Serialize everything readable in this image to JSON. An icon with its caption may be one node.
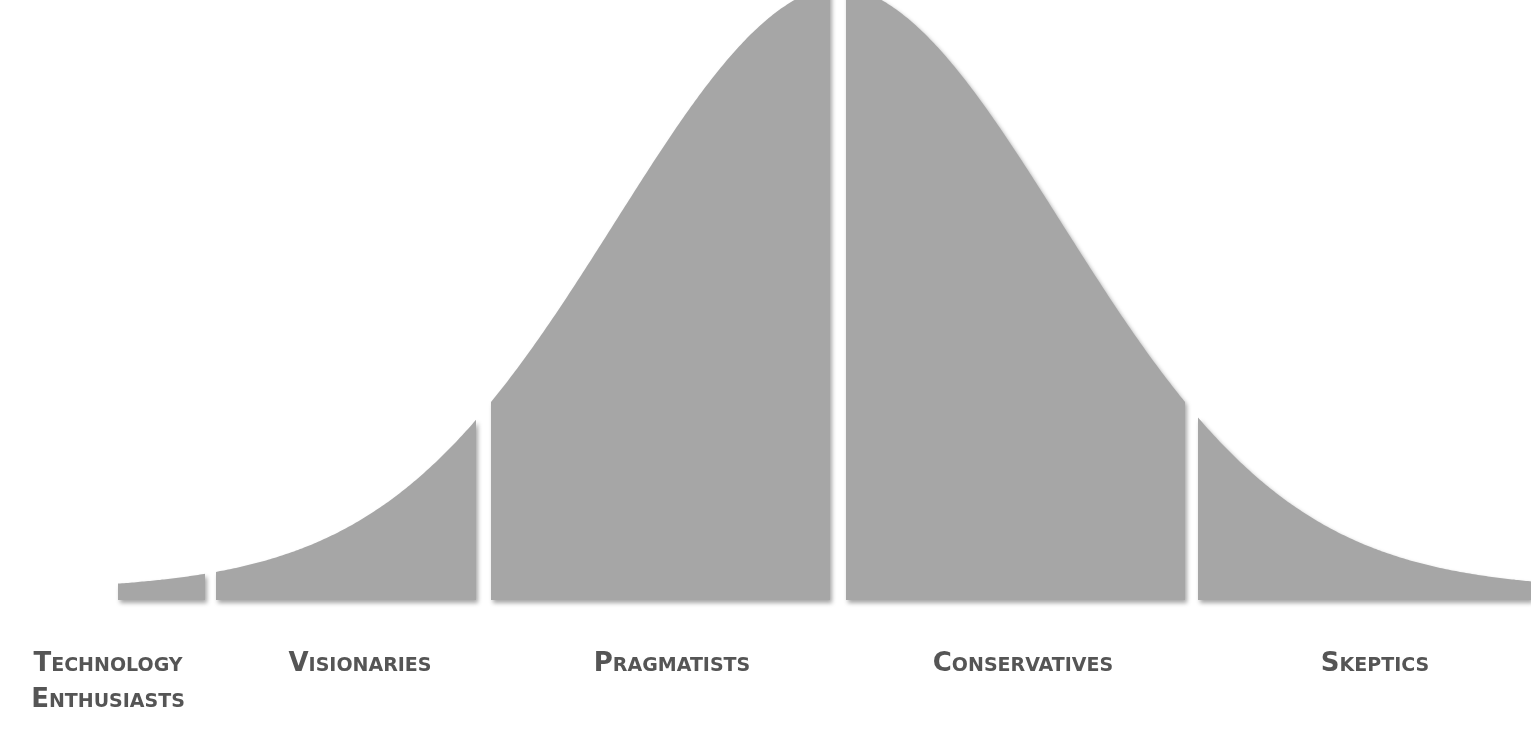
{
  "diagram": {
    "nodes": [
      {
        "text": [],
        "shape": "bar",
        "beside": [
          "TECHNOLOGY ENTHUSIASTS"
        ]
      },
      {
        "text": [],
        "shape": "bar",
        "beside": [
          "VISIONARIES"
        ]
      },
      {
        "text": [],
        "shape": "bar",
        "beside": [
          "PRAGMATISTS"
        ]
      },
      {
        "text": [],
        "shape": "bar",
        "beside": [
          "CONSERVATIVES"
        ]
      },
      {
        "text": [],
        "shape": "bar",
        "beside": [
          "SKEPTICS"
        ]
      }
    ]
  }
}
